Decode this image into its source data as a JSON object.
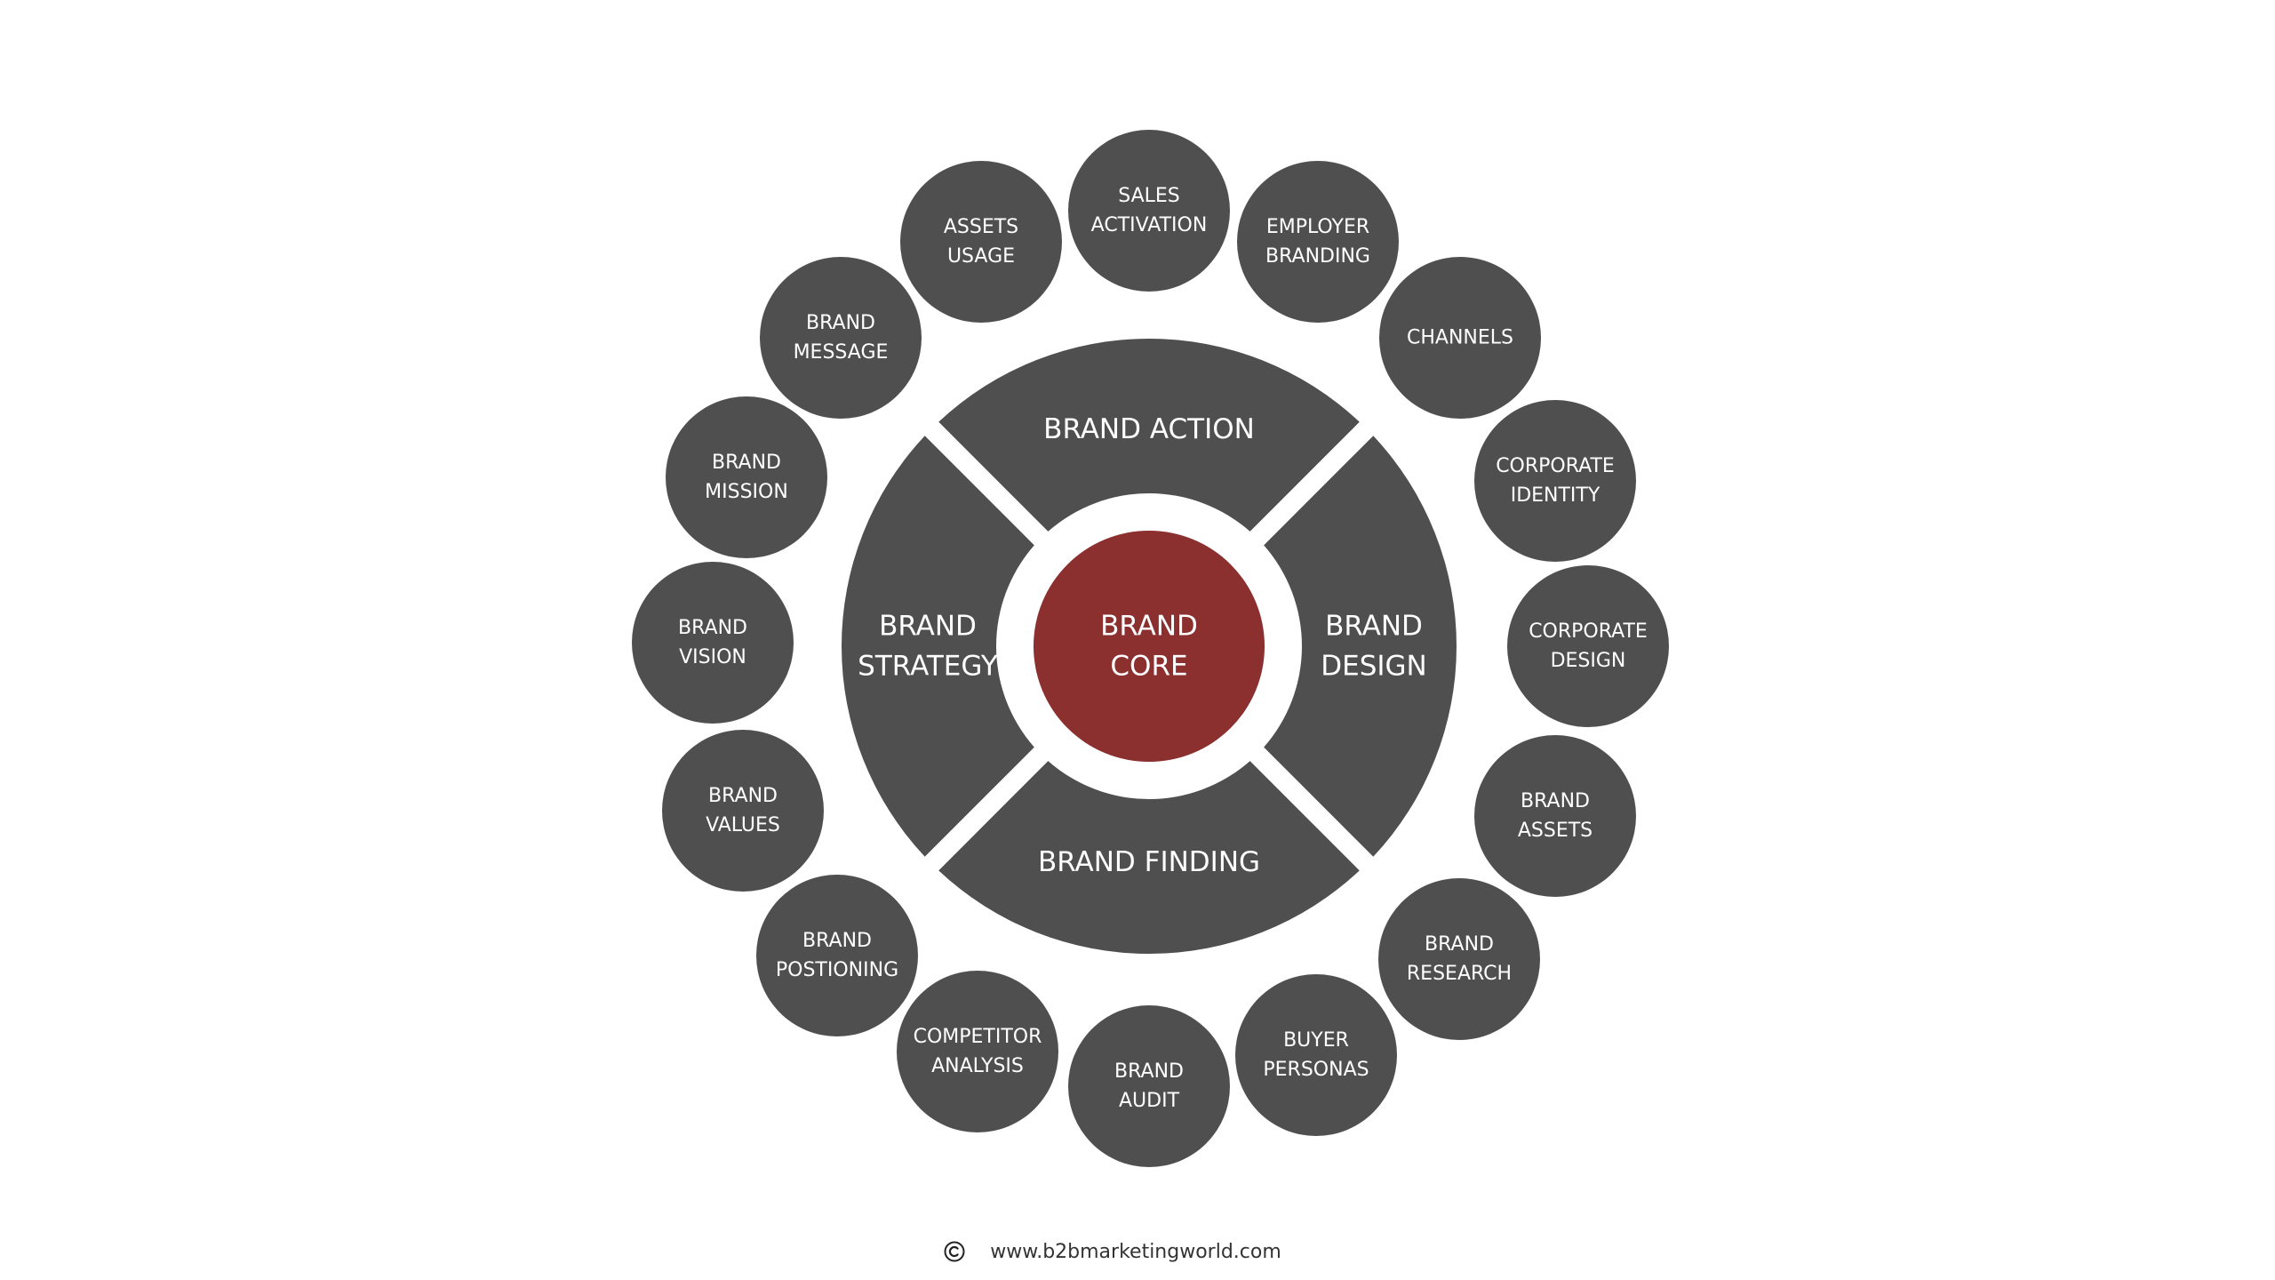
{
  "colors": {
    "dark": "#4f4f4f",
    "core": "#8b2f2f",
    "text": "#ffffff",
    "background": "#ffffff"
  },
  "core": {
    "lines": [
      "BRAND",
      "CORE"
    ]
  },
  "segments": [
    {
      "id": "action",
      "lines": [
        "BRAND ACTION"
      ]
    },
    {
      "id": "design",
      "lines": [
        "BRAND",
        "DESIGN"
      ]
    },
    {
      "id": "finding",
      "lines": [
        "BRAND FINDING"
      ]
    },
    {
      "id": "strategy",
      "lines": [
        "BRAND",
        "STRATEGY"
      ]
    }
  ],
  "satellites": [
    {
      "id": "sales-activation",
      "lines": [
        "SALES",
        "ACTIVATION"
      ]
    },
    {
      "id": "employer-branding",
      "lines": [
        "EMPLOYER",
        "BRANDING"
      ]
    },
    {
      "id": "channels",
      "lines": [
        "CHANNELS"
      ]
    },
    {
      "id": "corporate-identity",
      "lines": [
        "CORPORATE",
        "IDENTITY"
      ]
    },
    {
      "id": "corporate-design",
      "lines": [
        "CORPORATE",
        "DESIGN"
      ]
    },
    {
      "id": "brand-assets",
      "lines": [
        "BRAND",
        "ASSETS"
      ]
    },
    {
      "id": "brand-research",
      "lines": [
        "BRAND",
        "RESEARCH"
      ]
    },
    {
      "id": "buyer-personas",
      "lines": [
        "BUYER",
        "PERSONAS"
      ]
    },
    {
      "id": "brand-audit",
      "lines": [
        "BRAND",
        "AUDIT"
      ]
    },
    {
      "id": "competitor-analysis",
      "lines": [
        "COMPETITOR",
        "ANALYSIS"
      ]
    },
    {
      "id": "brand-postioning",
      "lines": [
        "BRAND",
        "POSTIONING"
      ]
    },
    {
      "id": "brand-values",
      "lines": [
        "BRAND",
        "VALUES"
      ]
    },
    {
      "id": "brand-vision",
      "lines": [
        "BRAND",
        "VISION"
      ]
    },
    {
      "id": "brand-mission",
      "lines": [
        "BRAND",
        "MISSION"
      ]
    },
    {
      "id": "brand-message",
      "lines": [
        "BRAND",
        "MESSAGE"
      ]
    },
    {
      "id": "assets-usage",
      "lines": [
        "ASSETS",
        "USAGE"
      ]
    }
  ],
  "footer": {
    "url": "www.b2bmarketingworld.com"
  }
}
